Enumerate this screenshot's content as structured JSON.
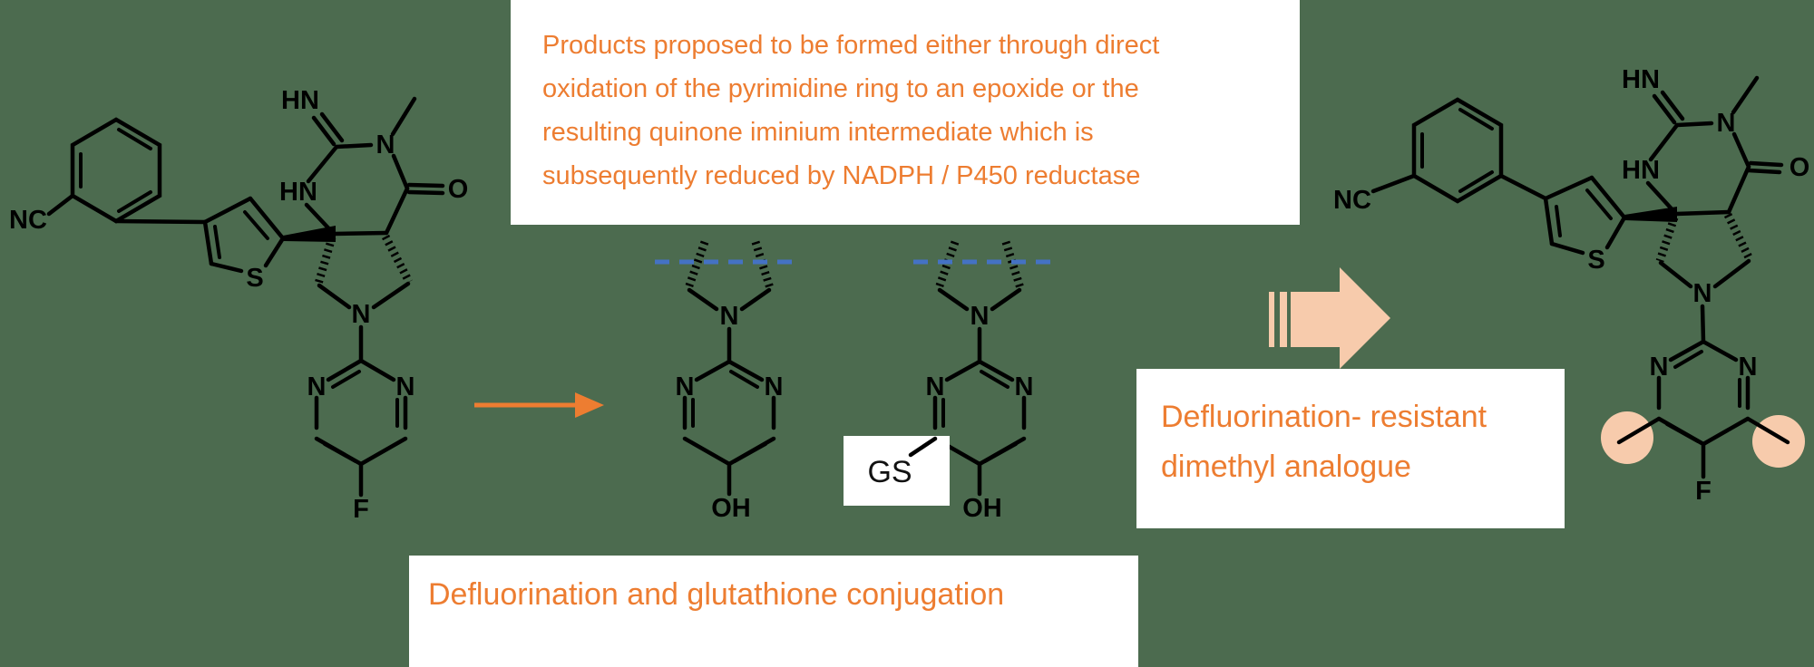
{
  "colors": {
    "background": "#4C6B4F",
    "text_orange": "#ED7D31",
    "arrow_peach": "#F7CBAC",
    "cut_line_blue": "#4472C4",
    "structure_black": "#000000",
    "box_white": "#FFFFFF"
  },
  "top_note": {
    "lines": [
      "Products proposed to be formed either through direct",
      "oxidation of the pyrimidine ring to an epoxide or the",
      "resulting quinone iminium intermediate which is",
      "subsequently reduced by NADPH / P450 reductase"
    ]
  },
  "side_note": {
    "lines": [
      "Defluorination- resistant",
      "dimethyl analogue"
    ]
  },
  "bottom_note": {
    "text": "Defluorination and glutathione conjugation"
  },
  "atoms": {
    "nc": "NC",
    "hn": "HN",
    "n": "N",
    "s": "S",
    "o": "O",
    "f": "F",
    "oh": "OH",
    "gs": "GS"
  }
}
